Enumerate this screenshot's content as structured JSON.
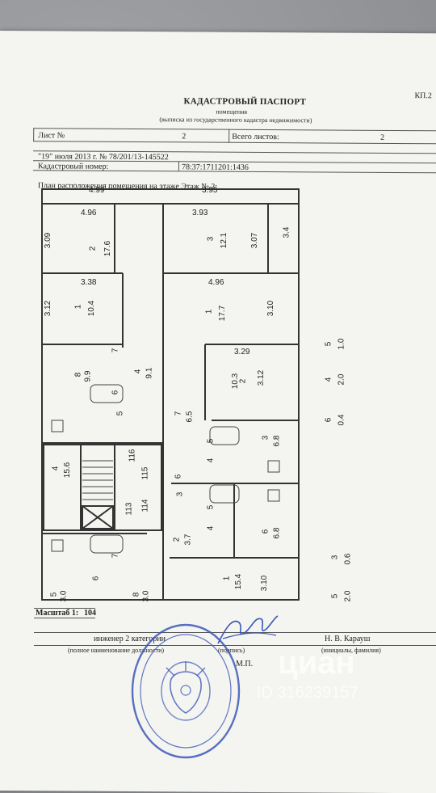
{
  "header": {
    "code": "КП.2",
    "title": "КАДАСТРОВЫЙ ПАСПОРТ",
    "subtitle": "помещения",
    "subtitle2": "(выписка из государственного кадастра недвижимости)"
  },
  "sheet": {
    "label": "Лист №",
    "number": "2",
    "total_label": "Всего листов:",
    "total": "2"
  },
  "record": {
    "date": "\"19\" июля 2013 г. № 78/201/13-145522",
    "cadastral_label": "Кадастровый номер:",
    "cadastral_number": "78:37:1711201:1436"
  },
  "plan": {
    "caption": "План расположения помещения на этаже Этаж № 2:",
    "scale": "Масштаб 1:",
    "scale_value": "104",
    "dims": {
      "d499": "4.99",
      "d395": "3.95",
      "d496a": "4.96",
      "d393": "3.93",
      "d309": "3.09",
      "d307": "3.07",
      "d34": "3.4",
      "d338": "3.38",
      "d312a": "3.12",
      "d496b": "4.96",
      "d310a": "3.10",
      "d329": "3.29",
      "d312b": "3.12",
      "d310b": "3.10"
    },
    "rooms": {
      "r2a": "2",
      "a176": "17.6",
      "r3a": "3",
      "a121": "12.1",
      "r1a": "1",
      "a104": "10.4",
      "r1b": "1",
      "a177": "17.7",
      "r7a": "7",
      "r8a": "8",
      "a99": "9.9",
      "r4a": "4",
      "a91": "9.1",
      "r6a": "6",
      "r5a": "5",
      "r2b": "2",
      "a103": "10.3",
      "r7b": "7",
      "a65": "6.5",
      "r5b": "5",
      "r4b": "4",
      "r3b": "3",
      "a68a": "6.8",
      "r4c": "4",
      "a156": "15.6",
      "n116": "116",
      "n115": "115",
      "n113": "113",
      "n114": "114",
      "r3c": "3",
      "r6b": "6",
      "r2c": "2",
      "a37": "3.7",
      "r4d": "4",
      "r5c": "5",
      "r6c": "6",
      "a68b": "6.8",
      "r7c": "7",
      "r6d": "6",
      "r5d": "5",
      "a30": "3.0",
      "r8b": "8",
      "a30b": "3.0",
      "r1c": "1",
      "a154": "15.4",
      "o5a": "5",
      "o10": "1.0",
      "o4": "4",
      "o20a": "2.0",
      "o6": "6",
      "o04": "0.4",
      "o3": "3",
      "o06": "0.6",
      "o5b": "5",
      "o20b": "2.0"
    }
  },
  "signature": {
    "position": "инженер 2 категории",
    "name": "Н. В. Карауш",
    "position_label": "(полное наименование должности)",
    "sign_label": "(подпись)",
    "name_label": "(инициалы, фамилия)",
    "mp": "М.П."
  },
  "watermark": {
    "brand": "циан",
    "id": "ID 316239157"
  },
  "colors": {
    "stamp": "#3b57b8",
    "ink": "#222222"
  }
}
